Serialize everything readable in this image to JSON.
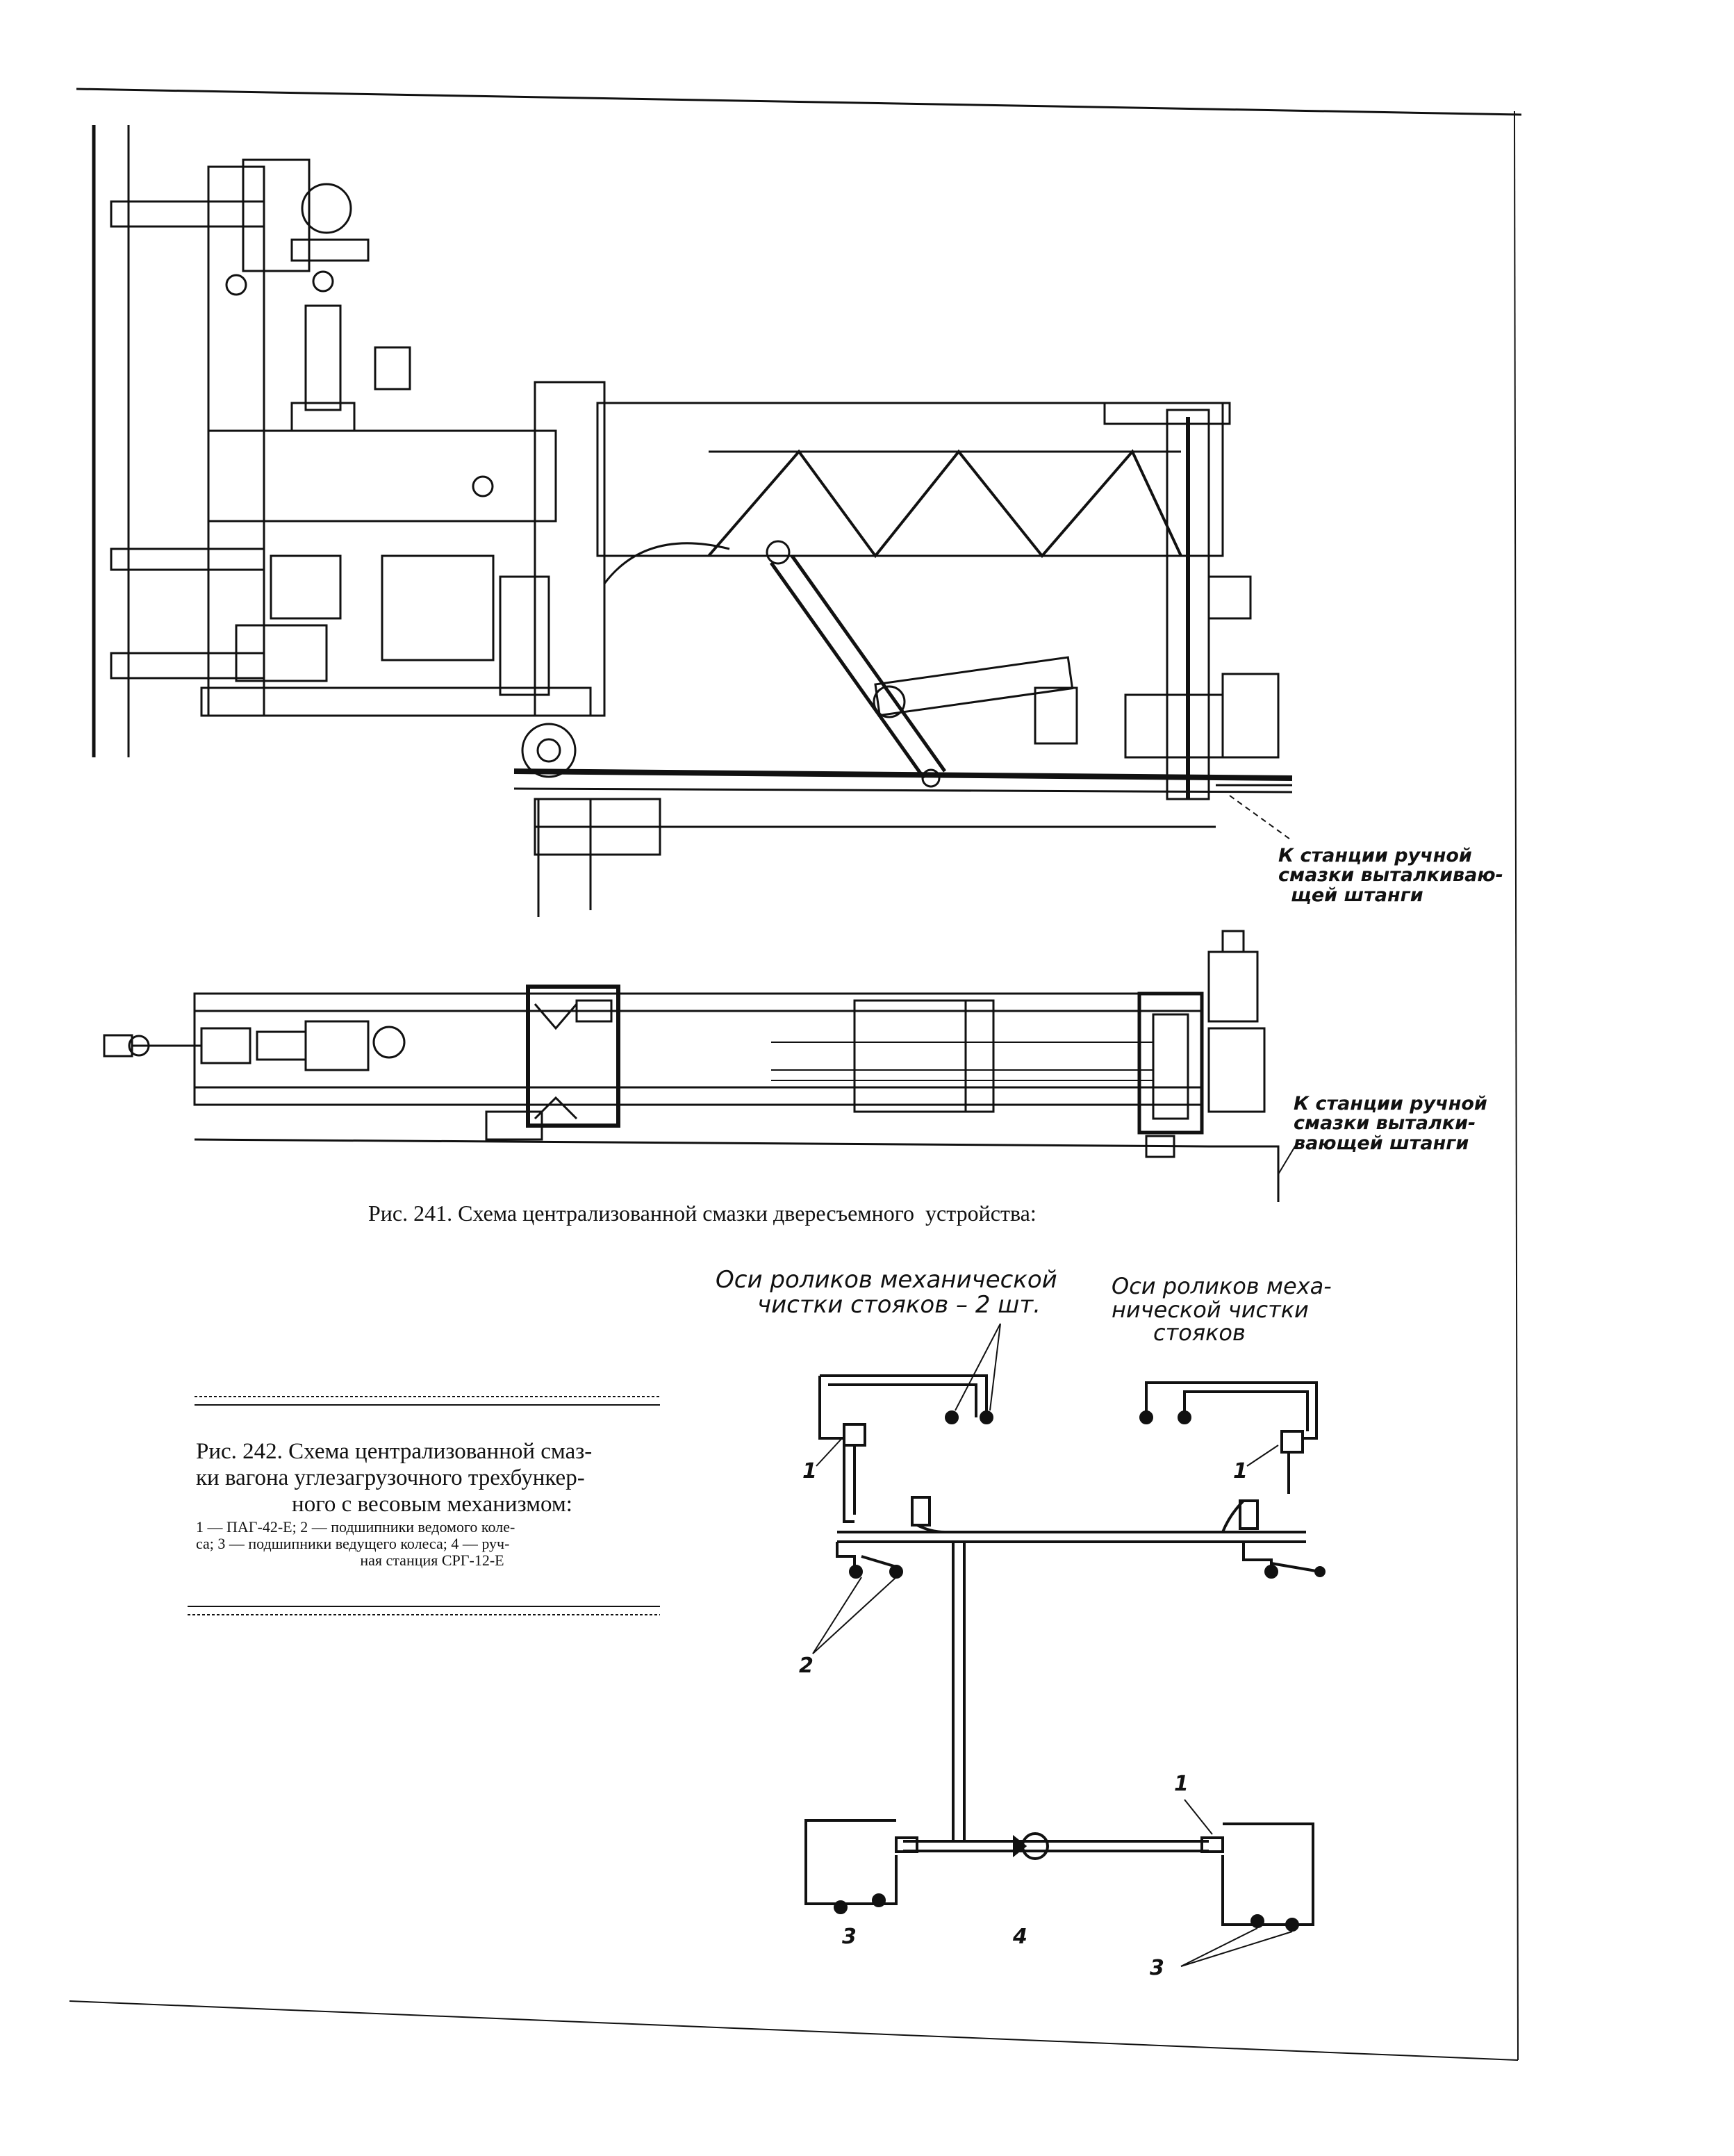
{
  "fig241": {
    "caption": "Рис. 241. Схема централизованной смазки двересъемного  устройства:",
    "note_top_line1": "К станции ручной",
    "note_top_line2": "смазки выталкиваю-",
    "note_top_line3": "щей штанги",
    "note_bottom_line1": "К станции ручной",
    "note_bottom_line2": "смазки выталки-",
    "note_bottom_line3": "вающей штанги"
  },
  "fig242": {
    "caption_line1": "Рис. 242. Схема централизованной смаз-",
    "caption_line2": "ки вагона углезагрузочного трехбункер-",
    "caption_line3": "ного с весовым механизмом:",
    "legend_line1": "1 — ПАГ-42-Е; 2 — подшипники ведомого коле-",
    "legend_line2": "са; 3 — подшипники ведущего колеса; 4 — руч-",
    "legend_line3": "ная станция СРГ-12-Е",
    "label_left_line1": "Оси роликов механической",
    "label_left_line2": "чистки стояков – 2 шт.",
    "label_right_line1": "Оси роликов меха-",
    "label_right_line2": "нической чистки",
    "label_right_line3": "стояков",
    "num_1": "1",
    "num_2": "2",
    "num_3": "3",
    "num_4": "4"
  }
}
